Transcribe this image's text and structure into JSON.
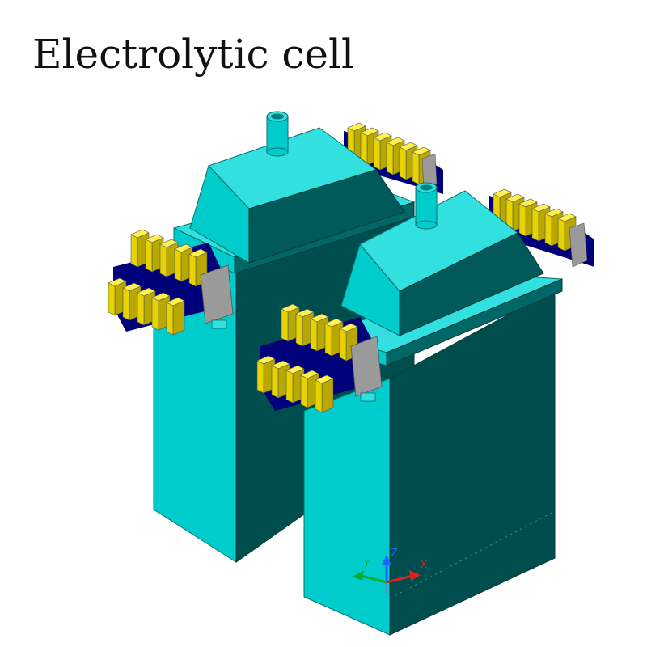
{
  "title": "Electrolytic cell",
  "axes_triad": {
    "z_label": "Z",
    "x_label": "X",
    "y_label": "Y"
  },
  "colors": {
    "body_front": "#00cccc",
    "body_side": "#004d4d",
    "body_top": "#33e0e0",
    "electrode_yellow": "#e6d300",
    "electrode_yellow_light": "#fff04d",
    "electrode_blue": "#00007a",
    "electrode_plate": "#9a9a9a",
    "axis_z": "#1a66ff",
    "axis_x": "#e02020",
    "axis_y": "#00aa33"
  }
}
